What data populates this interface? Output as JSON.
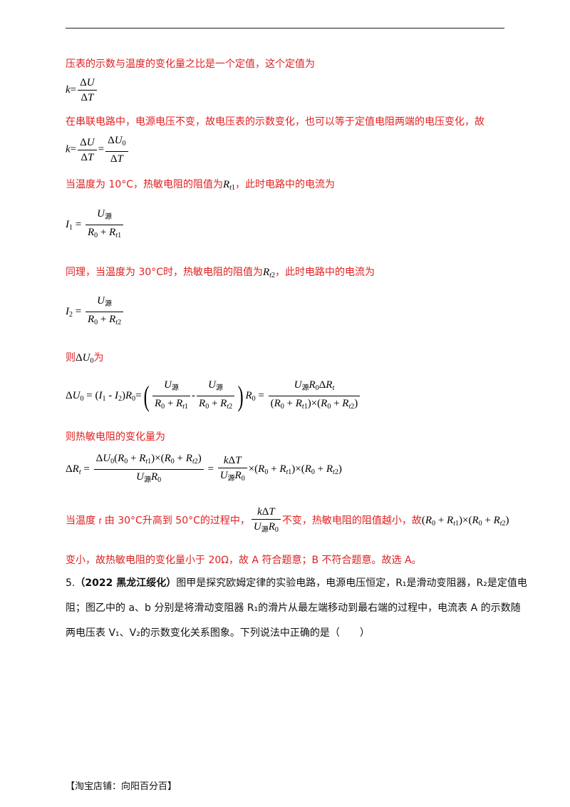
{
  "doc": {
    "p1": "压表的示数与温度的变化量之比是一个定值，这个定值为",
    "p2": "在串联电路中，电源电压不变，故电压表的示数变化，也可以等于定值电阻两端的电压变化，故",
    "p3a": "当温度为 10°C，热敏电阻的阻值为",
    "p3b": "，此时电路中的电流为",
    "p4a": "同理，当温度为 30°C时，热敏电阻的阻值为",
    "p4b": "，此时电路中的电流为",
    "p5a": "则",
    "p5b": "为",
    "p6": "则热敏电阻的变化量为",
    "p7a": "当温度",
    "p7t": "t",
    "p7b": "由 30°C升高到 50°C的过程中，",
    "p7c": "不变，热敏电阻的阻值越小，故",
    "p8": "变小，故热敏电阻的变化量小于 20Ω，故 A 符合题意；B 不符合题意。故选 A。",
    "q5_num": "5.",
    "q5_src": "（2022 黑龙江绥化）",
    "q5_l1": "图甲是探究欧姆定律的实验电路，电源电压恒定，R₁是滑动变阻器，R₂是定值电",
    "q5_l2": "阻；图乙中的 a、b 分别是将滑动变阻器 R₁的滑片从最左端移动到最右端的过程中，电流表 A 的示数随",
    "q5_l3": "两电压表 V₁、V₂的示数变化关系图象。下列说法中正确的是（　　）",
    "footer": "【淘宝店铺：向阳百分百】",
    "sub_src": "源"
  }
}
